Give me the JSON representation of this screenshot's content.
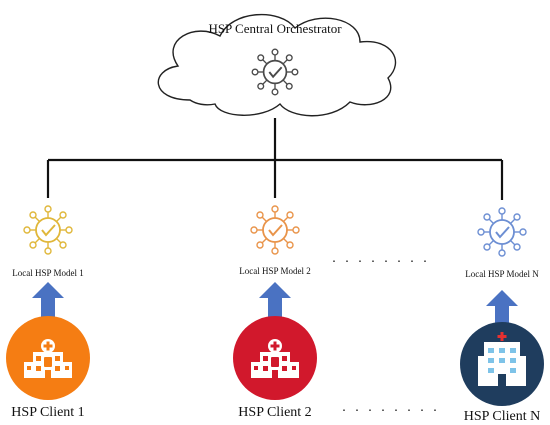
{
  "orchestrator": {
    "title": "HSP Central Orchestrator",
    "icon": "federated-model-check-icon",
    "color": "#4a4a4a"
  },
  "clients": [
    {
      "model_label": "Local HSP Model 1",
      "client_label": "HSP Client 1",
      "model_icon": "federated-model-check-icon",
      "model_color": "#e0b73a",
      "badge_color": "#f57d13",
      "building_icon": "hospital-building-icon"
    },
    {
      "model_label": "Local HSP Model 2",
      "client_label": "HSP Client 2",
      "model_icon": "federated-model-check-icon",
      "model_color": "#e9944a",
      "badge_color": "#d1182c",
      "building_icon": "hospital-building-icon"
    },
    {
      "model_label": "Local HSP Model N",
      "client_label": "HSP Client N",
      "model_icon": "federated-model-check-icon",
      "model_color": "#6d8fd3",
      "badge_color": "#1f3d5e",
      "building_icon": "hospital-building-icon"
    }
  ],
  "ellipsis": {
    "models": ". . . . . . . .",
    "clients": ". . . . . . . ."
  },
  "arrow_color": "#4a72c2",
  "line_color": "#111111"
}
